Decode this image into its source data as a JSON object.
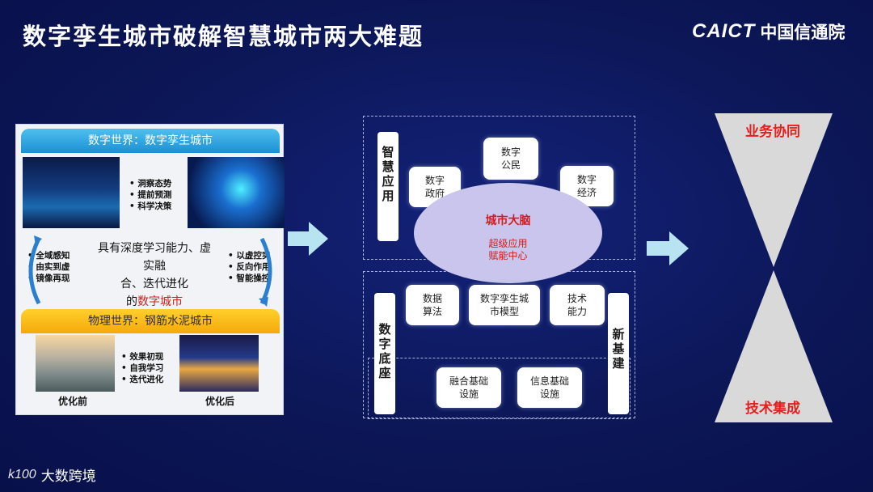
{
  "title": "数字孪生城市破解智慧城市两大难题",
  "logo": {
    "en": "CAICT",
    "cn": "中国信通院"
  },
  "left": {
    "top_band": "数字世界：数字孪生城市",
    "top_bullets": [
      "洞察态势",
      "提前预测",
      "科学决策"
    ],
    "left_bullets": [
      "全域感知",
      "由实到虚",
      "镜像再现"
    ],
    "right_bullets": [
      "以虚控实",
      "反向作用",
      "智能操控"
    ],
    "center_line1": "具有深度学习能力、虚实融",
    "center_line2": "合、迭代进化",
    "center_line3_prefix": "的",
    "center_line3_red": "数字城市",
    "bottom_band": "物理世界：钢筋水泥城市",
    "bottom_bullets": [
      "效果初现",
      "自我学习",
      "迭代进化"
    ],
    "caption_before": "优化前",
    "caption_after": "优化后"
  },
  "middle": {
    "label_top": [
      "智",
      "慧",
      "应",
      "用"
    ],
    "label_mid": [
      "数",
      "字",
      "底",
      "座"
    ],
    "label_right": [
      "新",
      "基",
      "建"
    ],
    "node_gov": [
      "数字",
      "政府"
    ],
    "node_citizen": [
      "数字",
      "公民"
    ],
    "node_econ": [
      "数字",
      "经济"
    ],
    "brain_title": "城市大脑",
    "brain_sub1": "超级应用",
    "brain_sub2": "赋能中心",
    "node_data": [
      "数据",
      "算法"
    ],
    "node_model": [
      "数字孪生城",
      "市模型"
    ],
    "node_tech": [
      "技术",
      "能力"
    ],
    "node_infra1": [
      "融合基础",
      "设施"
    ],
    "node_infra2": [
      "信息基础",
      "设施"
    ]
  },
  "right": {
    "top": "业务协同",
    "bottom": "技术集成"
  },
  "footer": {
    "mark": "k100",
    "text": "大数跨境"
  },
  "colors": {
    "background": "#0b1650",
    "accent_red": "#e51e1e",
    "ellipse": "#c9c5ec",
    "arrow": "#b8e3f0",
    "hourglass": "#d9d9d9"
  }
}
